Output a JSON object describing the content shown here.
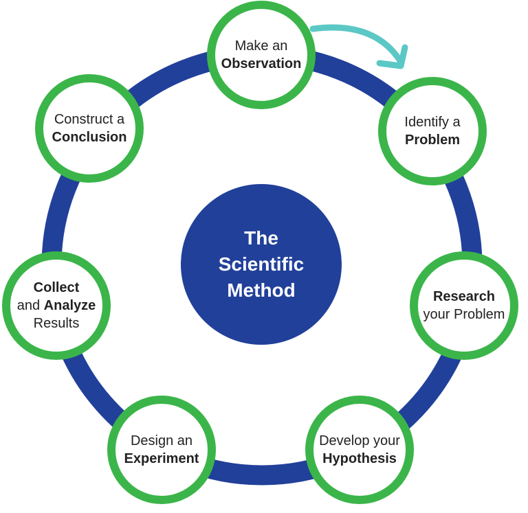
{
  "diagram": {
    "type": "cycle",
    "title": "The Scientific Method",
    "center_lines": [
      "The",
      "Scientific",
      "Method"
    ],
    "direction": "clockwise",
    "colors": {
      "ring": "#21409a",
      "node_border": "#3bb54a",
      "node_fill": "#ffffff",
      "center_fill": "#21409a",
      "center_text": "#ffffff",
      "arrow": "#5bc8c6",
      "text": "#222222"
    },
    "steps": [
      {
        "id": "observation",
        "lines": [
          [
            {
              "t": "Make an",
              "b": false
            }
          ],
          [
            {
              "t": "Observation",
              "b": true
            }
          ]
        ]
      },
      {
        "id": "problem",
        "lines": [
          [
            {
              "t": "Identify a",
              "b": false
            }
          ],
          [
            {
              "t": "Problem",
              "b": true
            }
          ]
        ]
      },
      {
        "id": "research",
        "lines": [
          [
            {
              "t": "Research",
              "b": true
            }
          ],
          [
            {
              "t": "your Problem",
              "b": false
            }
          ]
        ]
      },
      {
        "id": "hypothesis",
        "lines": [
          [
            {
              "t": "Develop your",
              "b": false
            }
          ],
          [
            {
              "t": "Hypothesis",
              "b": true
            }
          ]
        ]
      },
      {
        "id": "experiment",
        "lines": [
          [
            {
              "t": "Design an",
              "b": false
            }
          ],
          [
            {
              "t": "Experiment",
              "b": true
            }
          ]
        ]
      },
      {
        "id": "collect",
        "lines": [
          [
            {
              "t": "Collect",
              "b": true
            }
          ],
          [
            {
              "t": "and ",
              "b": false
            },
            {
              "t": "Analyze",
              "b": true
            }
          ],
          [
            {
              "t": "Results",
              "b": false
            }
          ]
        ]
      },
      {
        "id": "conclusion",
        "lines": [
          [
            {
              "t": "Construct a",
              "b": false
            }
          ],
          [
            {
              "t": "Conclusion",
              "b": true
            }
          ]
        ]
      }
    ],
    "arrow": {
      "from": "observation",
      "to": "problem",
      "icon": "curved-arrow-clockwise-icon"
    }
  }
}
